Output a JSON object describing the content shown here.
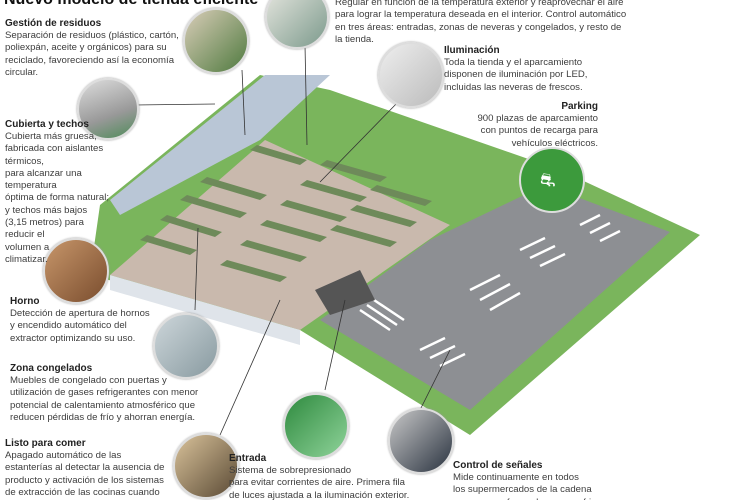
{
  "title": "Nuevo modelo de tienda eficiente",
  "blocks": {
    "residuos": {
      "heading": "Gestión de residuos",
      "body": "Separación de residuos (plástico, cartón,\npoliexpán, aceite y orgánicos) para su\nreciclado, favoreciendo así la economía circular."
    },
    "climatizacion": {
      "body": "Regular en función de la temperatura exterior y reaprovechar el aire\npara lograr la temperatura deseada en el interior. Control automático\nen tres áreas: entradas, zonas de neveras y congelados, y resto de\nla tienda."
    },
    "iluminacion": {
      "heading": "Iluminación",
      "body": "Toda la tienda y el aparcamiento\ndisponen de iluminación por LED,\nincluidas las neveras de frescos."
    },
    "parking": {
      "heading": "Parking",
      "body": "900 plazas de aparcamiento\ncon puntos de recarga para\nvehículos eléctricos."
    },
    "cubierta": {
      "heading": "Cubierta y techos",
      "body": "Cubierta más gruesa,\nfabricada con aislantes térmicos,\npara alcanzar una temperatura\nóptima de forma natural;\ny techos más bajos\n(3,15 metros) para\nreducir el\nvolumen a\nclimatizar."
    },
    "horno": {
      "heading": "Horno",
      "body": "Detección de apertura de hornos\ny encendido automático del\nextractor optimizando su uso."
    },
    "congelados": {
      "heading": "Zona congelados",
      "body": "Muebles de congelado con puertas y\nutilización de gases refrigerantes con menor\npotencial de calentamiento atmosférico que\nreducen pérdidas de frío y ahorran energía."
    },
    "listo": {
      "heading": "Listo para comer",
      "body": "Apagado automático de las\nestanterías al detectar la ausencia de\nproducto y activación de los sistemas\nde extracción de las cocinas cuando"
    },
    "entrada": {
      "heading": "Entrada",
      "body": "Sistema de sobrepresionado\npara evitar corrientes de aire. Primera fila\nde luces ajustada a la iluminación exterior."
    },
    "control": {
      "heading": "Control de señales",
      "body": "Mide continuamente en todos\nlos supermercados de la cadena\nconsumos y fugas de gases refrigeran-"
    }
  },
  "colors": {
    "green": "#7ab55c",
    "shelf": "#6e8a5a",
    "floor": "#c9b9ad",
    "roof": "#b9c6d6",
    "asphalt": "#8d8f93",
    "accent_green": "#3c9a3c"
  }
}
